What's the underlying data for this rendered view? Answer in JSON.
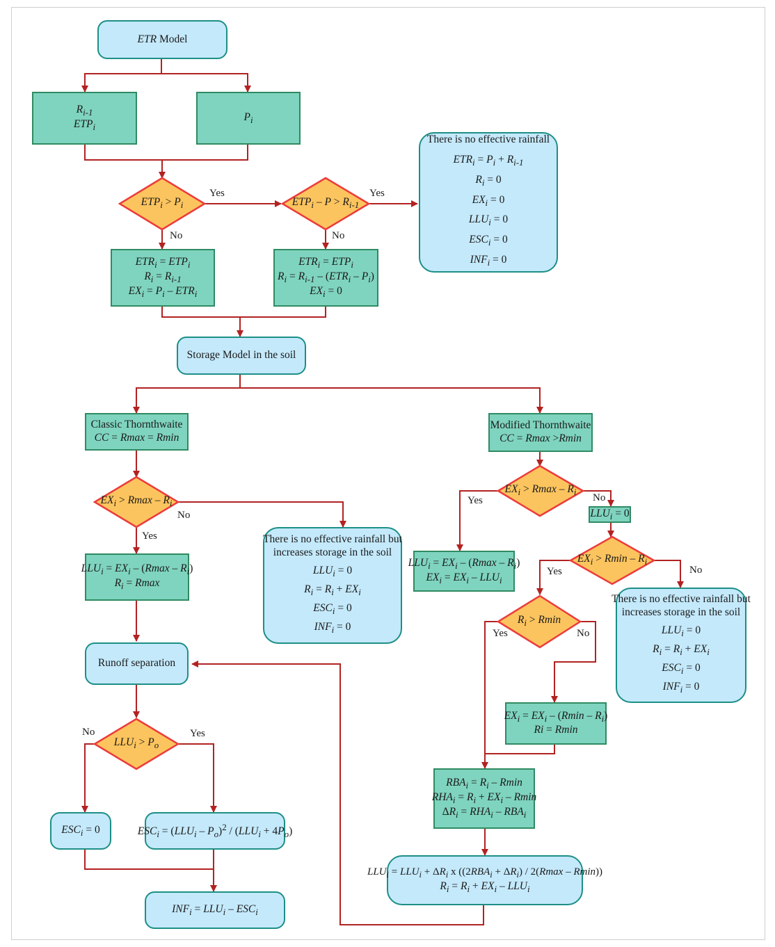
{
  "nodes": {
    "etr_model": "ETR Model",
    "storage_model": "Storage Model in the soil",
    "classic_title": "Classic Thornthwaite",
    "modified_title": "Modified Thornthwaite",
    "runoff": "Runoff separation",
    "no_eff_title": "There is no effective rainfall",
    "no_eff_storage_1": "There is no effective rainfall but",
    "no_eff_storage_2": "increases storage in the soil"
  },
  "labels": {
    "yes": "Yes",
    "no": "No"
  },
  "colors": {
    "process_fill": "#7fd4bf",
    "process_border": "#2f8a62",
    "terminal_fill": "#c4e9fb",
    "terminal_border": "#1c8f86",
    "decision_fill": "#fcc45e",
    "decision_border": "#ec3b3b",
    "arrow": "#b22222"
  }
}
